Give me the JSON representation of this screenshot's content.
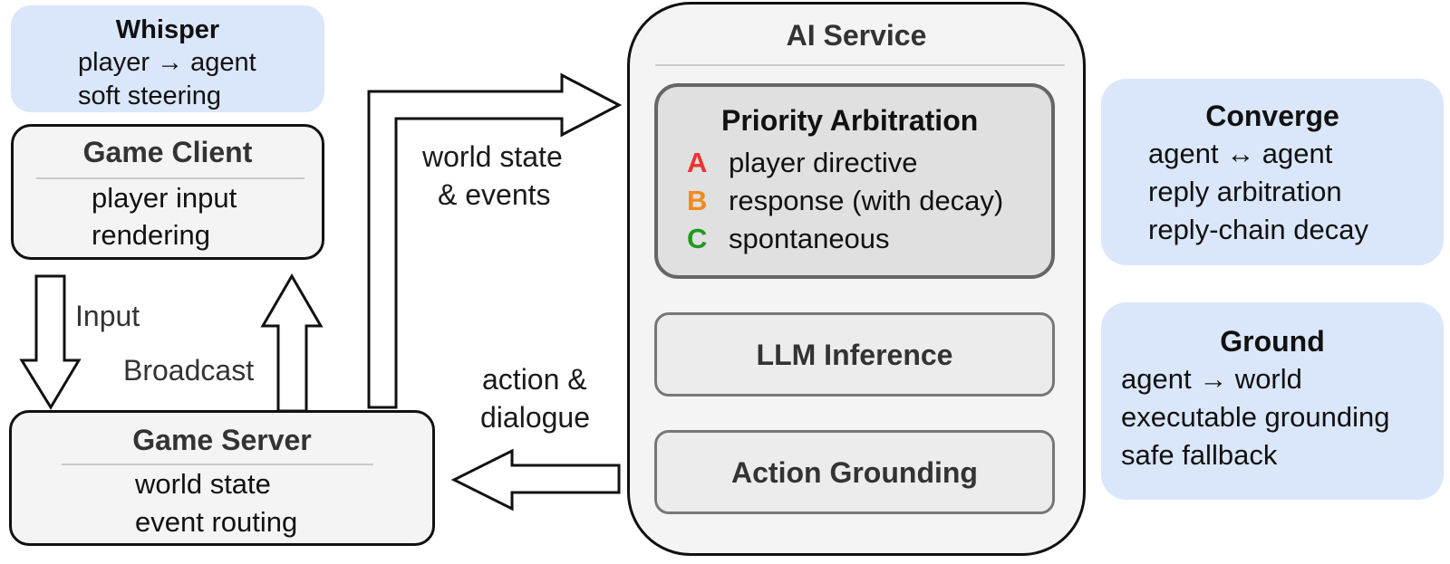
{
  "whisper": {
    "title": "Whisper",
    "lines": [
      "player → agent",
      "soft steering"
    ]
  },
  "game_client": {
    "title": "Game Client",
    "lines": [
      "player input",
      "rendering"
    ]
  },
  "game_server": {
    "title": "Game Server",
    "lines": [
      "world state",
      "event routing"
    ]
  },
  "arrows": {
    "input": "Input",
    "broadcast": "Broadcast",
    "world_state_line1": "world state",
    "world_state_line2": "& events",
    "action_line1": "action &",
    "action_line2": "dialogue"
  },
  "ai_service": {
    "title": "AI Service",
    "priority": {
      "title": "Priority Arbitration",
      "items": [
        {
          "letter": "A",
          "text": "player directive",
          "color": "#ee3333"
        },
        {
          "letter": "B",
          "text": "response (with decay)",
          "color": "#f08a1c"
        },
        {
          "letter": "C",
          "text": "spontaneous",
          "color": "#1e9a1e"
        }
      ]
    },
    "llm": "LLM Inference",
    "grounding": "Action Grounding"
  },
  "converge": {
    "title": "Converge",
    "lines": [
      "agent ↔ agent",
      "reply arbitration",
      "reply-chain decay"
    ]
  },
  "ground": {
    "title": "Ground",
    "lines": [
      "agent → world",
      "executable grounding",
      "safe fallback"
    ]
  }
}
